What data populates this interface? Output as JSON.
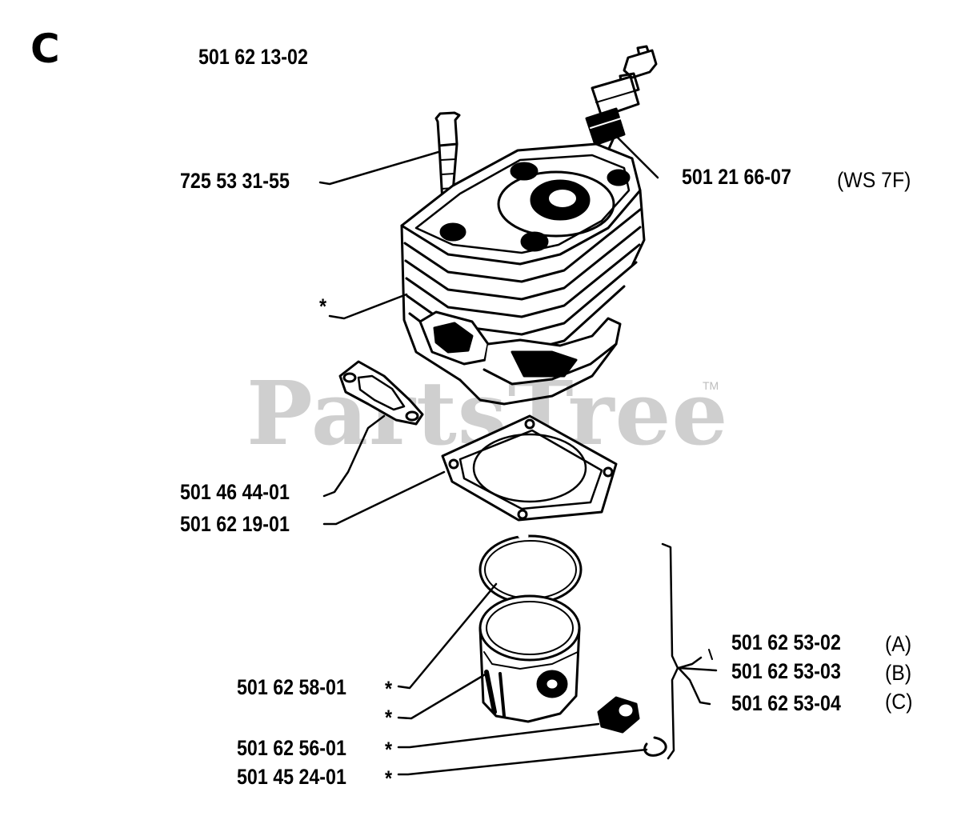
{
  "section_letter": "C",
  "assembly_number": "501 62 13-02",
  "watermark": {
    "text": "PartsTree",
    "trademark": "TM",
    "color": "#cfcfcf"
  },
  "parts": {
    "screw": "725 53 31-55",
    "spark_plug": "501 21 66-07",
    "spark_plug_note": "(WS 7F)",
    "cylinder_marker": "*",
    "muffler_gasket": "501 46 44-01",
    "cylinder_gasket": "501 62 19-01",
    "piston_ring": "501 62 58-01",
    "piston_ring_marker": "*",
    "piston_marker": "*",
    "needle_bearing": "501 62 56-01",
    "needle_bearing_marker": "*",
    "circlip": "501 45 24-01",
    "circlip_marker": "*"
  },
  "piston_kits": [
    {
      "number": "501 62 53-02",
      "variant": "(A)"
    },
    {
      "number": "501 62 53-03",
      "variant": "(B)"
    },
    {
      "number": "501 62 53-04",
      "variant": "(C)"
    }
  ]
}
